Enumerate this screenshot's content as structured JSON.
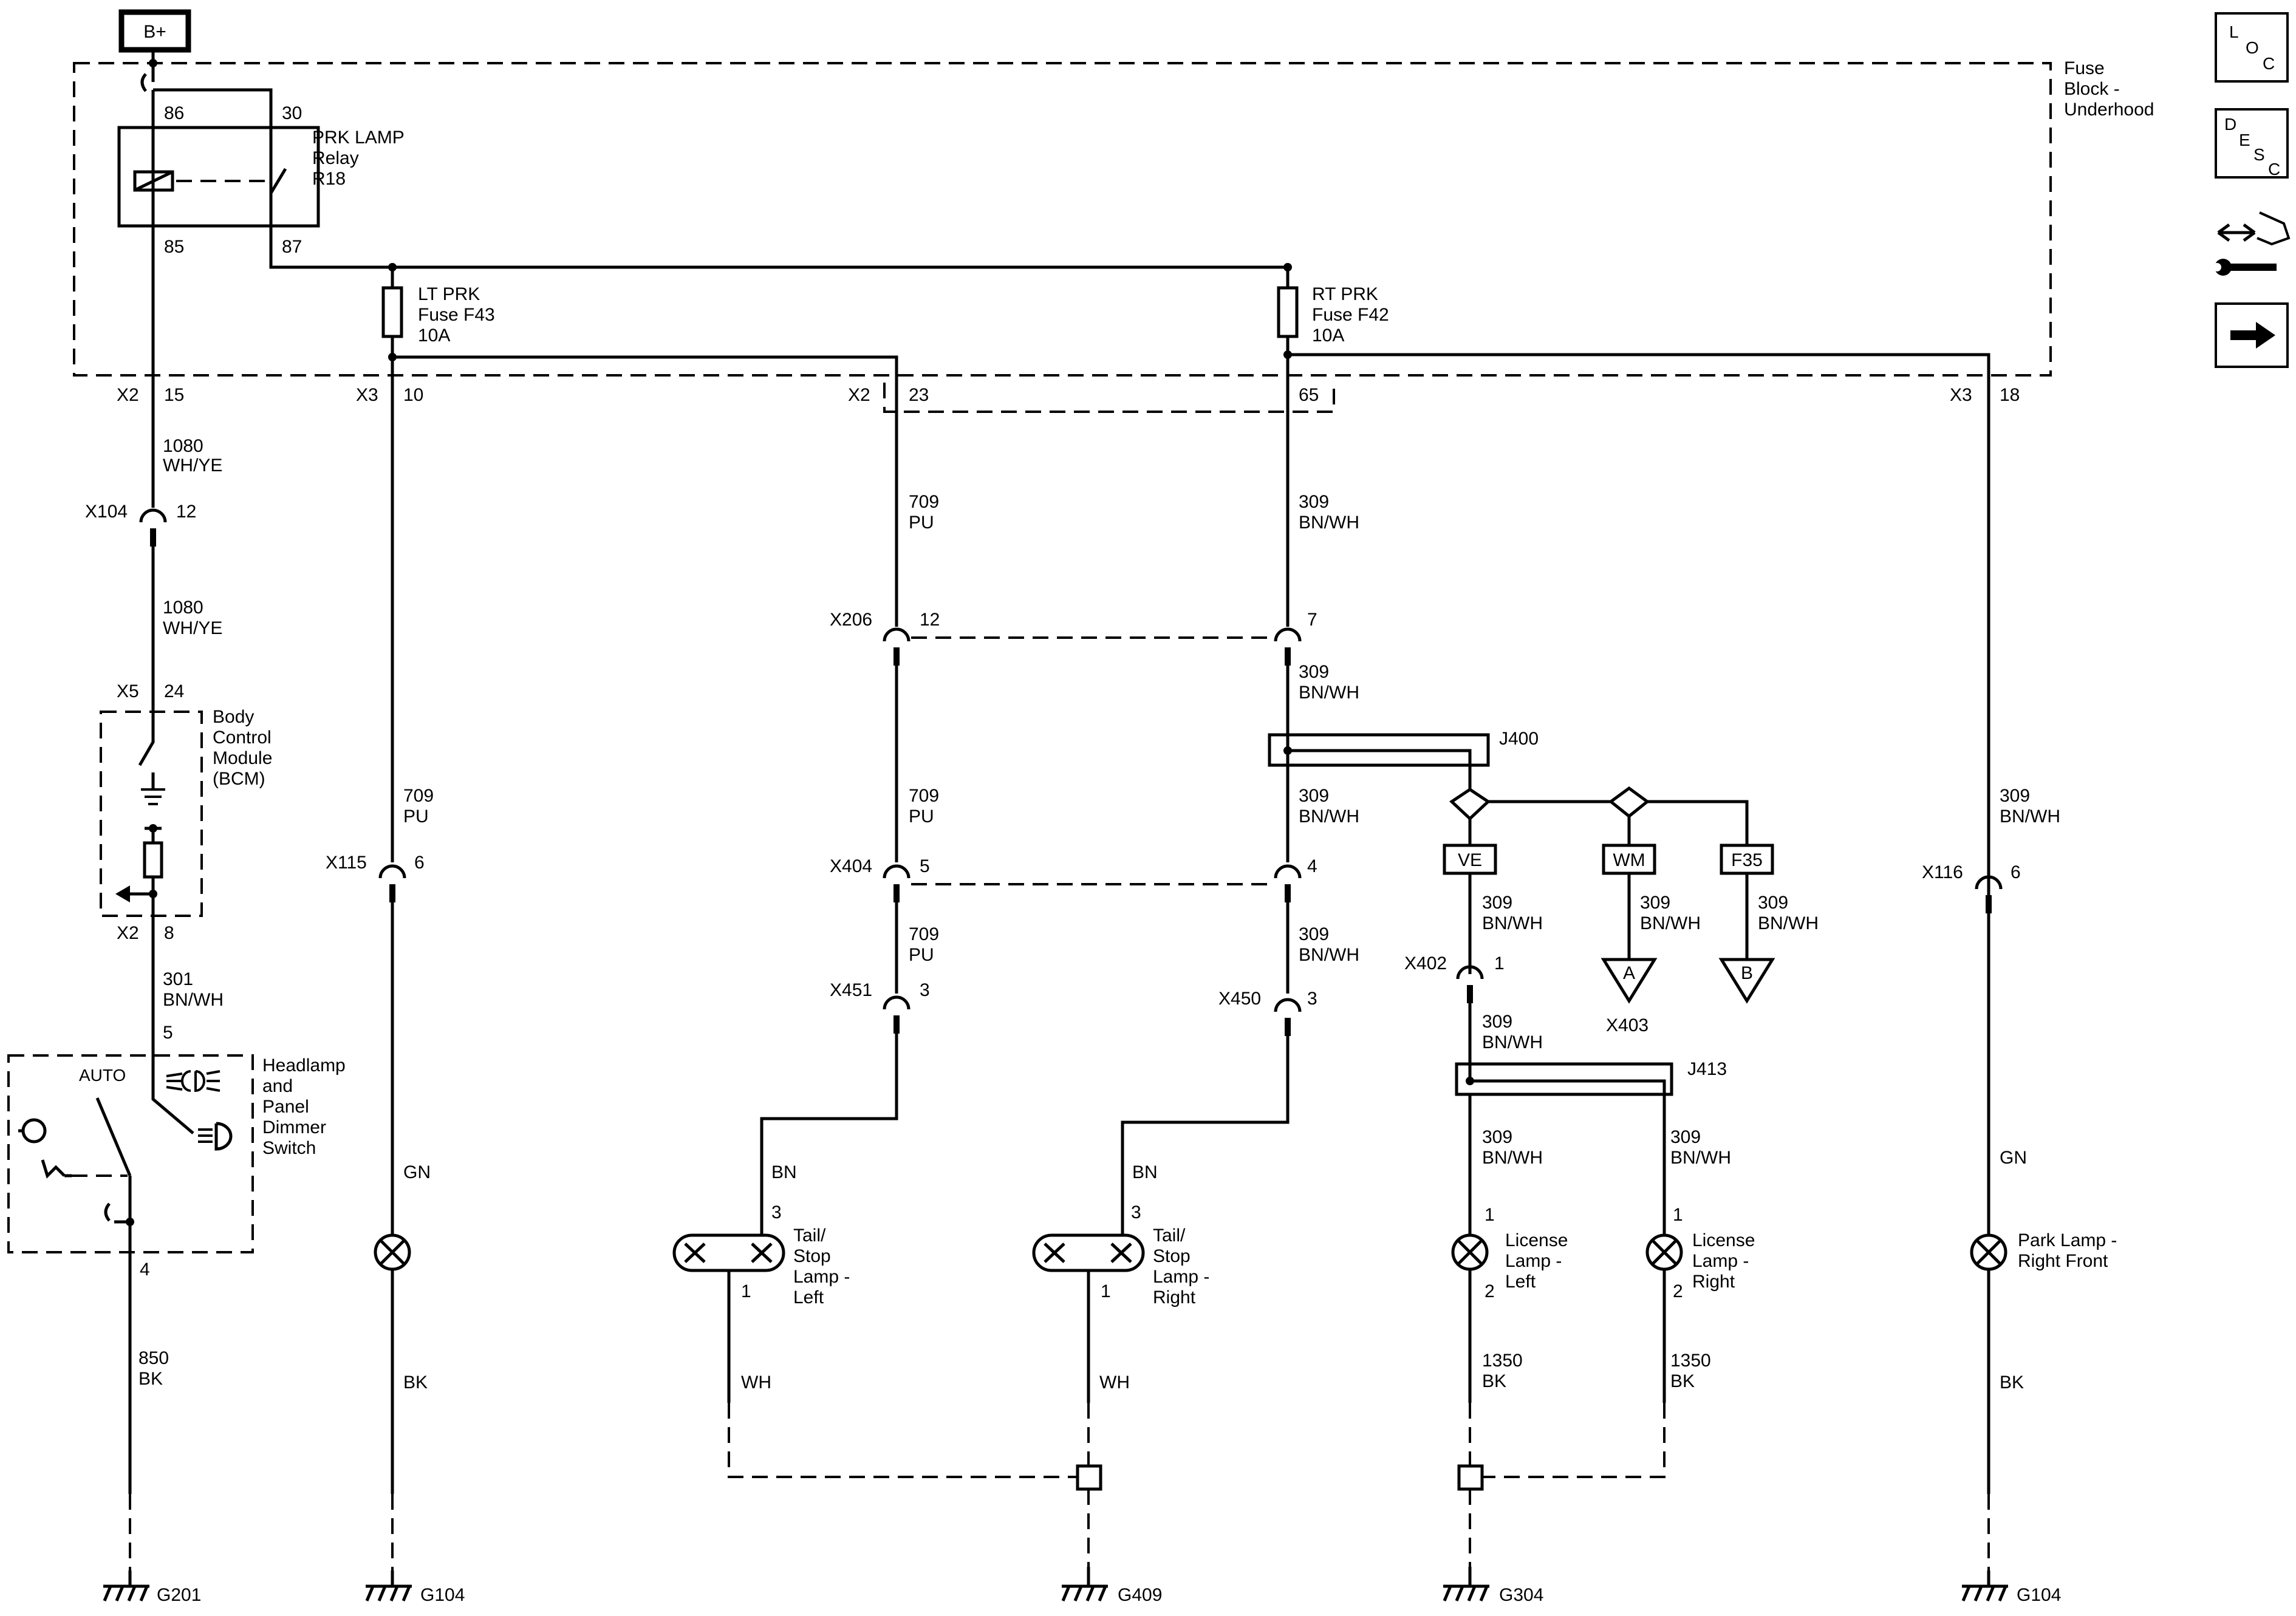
{
  "power": {
    "label": "B+"
  },
  "fuse_block": {
    "line1": "Fuse",
    "line2": "Block -",
    "line3": "Underhood"
  },
  "relay": {
    "pin86": "86",
    "pin30": "30",
    "pin85": "85",
    "pin87": "87",
    "line1": "PRK LAMP",
    "line2": "Relay",
    "line3": "R18"
  },
  "fuse_lt": {
    "line1": "LT PRK",
    "line2": "Fuse F43",
    "line3": "10A"
  },
  "fuse_rt": {
    "line1": "RT PRK",
    "line2": "Fuse F42",
    "line3": "10A"
  },
  "side_icons": {
    "loc": [
      "L",
      "O",
      "C"
    ],
    "desc": [
      "D",
      "E",
      "S",
      "C"
    ]
  },
  "connectors": {
    "x2_15": {
      "name": "X2",
      "pin": "15"
    },
    "x3_10": {
      "name": "X3",
      "pin": "10"
    },
    "x2_23": {
      "name": "X2",
      "pin": "23"
    },
    "x2_65": {
      "pin": "65"
    },
    "x3_18": {
      "name": "X3",
      "pin": "18"
    },
    "x104": {
      "name": "X104",
      "pin": "12"
    },
    "x5": {
      "name": "X5",
      "pin": "24"
    },
    "x2_8": {
      "name": "X2",
      "pin": "8"
    },
    "sw5": {
      "pin": "5"
    },
    "sw4": {
      "pin": "4"
    },
    "x115": {
      "name": "X115",
      "pin": "6"
    },
    "x206_l": {
      "name": "X206",
      "pin": "12"
    },
    "x206_r": {
      "pin": "7"
    },
    "x404_l": {
      "name": "X404",
      "pin": "5"
    },
    "x404_r": {
      "pin": "4"
    },
    "x451": {
      "name": "X451",
      "pin": "3"
    },
    "x450": {
      "name": "X450",
      "pin": "3"
    },
    "x402": {
      "name": "X402",
      "pin": "1"
    },
    "x116": {
      "name": "X116",
      "pin": "6"
    },
    "x403": {
      "name": "X403"
    }
  },
  "wires": {
    "w1080a": {
      "circuit": "1080",
      "color": "WH/YE"
    },
    "w1080b": {
      "circuit": "1080",
      "color": "WH/YE"
    },
    "w301": {
      "circuit": "301",
      "color": "BN/WH"
    },
    "w850": {
      "circuit": "850",
      "color": "BK"
    },
    "w709_lt": {
      "circuit": "709",
      "color": "PU"
    },
    "w_gn_lt": {
      "color": "GN"
    },
    "w_bk_lt": {
      "color": "BK"
    },
    "w709a": {
      "circuit": "709",
      "color": "PU"
    },
    "w709b": {
      "circuit": "709",
      "color": "PU"
    },
    "w709c": {
      "circuit": "709",
      "color": "PU"
    },
    "w_bn_l": {
      "color": "BN"
    },
    "w_wh_l": {
      "color": "WH"
    },
    "w309a": {
      "circuit": "309",
      "color": "BN/WH"
    },
    "w309b": {
      "circuit": "309",
      "color": "BN/WH"
    },
    "w309c": {
      "circuit": "309",
      "color": "BN/WH"
    },
    "w309d": {
      "circuit": "309",
      "color": "BN/WH"
    },
    "w_bn_r": {
      "color": "BN"
    },
    "w_wh_r": {
      "color": "WH"
    },
    "w309_ve": {
      "circuit": "309",
      "color": "BN/WH"
    },
    "w309_402": {
      "circuit": "309",
      "color": "BN/WH"
    },
    "w309_wm": {
      "circuit": "309",
      "color": "BN/WH"
    },
    "w309_f35": {
      "circuit": "309",
      "color": "BN/WH"
    },
    "w309_ll": {
      "circuit": "309",
      "color": "BN/WH"
    },
    "w309_lr": {
      "circuit": "309",
      "color": "BN/WH"
    },
    "w1350_l": {
      "circuit": "1350",
      "color": "BK"
    },
    "w1350_r": {
      "circuit": "1350",
      "color": "BK"
    },
    "w309_pk": {
      "circuit": "309",
      "color": "BN/WH"
    },
    "w_gn_pk": {
      "color": "GN"
    },
    "w_bk_pk": {
      "color": "BK"
    }
  },
  "splices": {
    "j400": "J400",
    "j413": "J413"
  },
  "options": {
    "ve": "VE",
    "wm": "WM",
    "f35": "F35"
  },
  "offpage": {
    "a": "A",
    "b": "B"
  },
  "bcm": {
    "line1": "Body",
    "line2": "Control",
    "line3": "Module",
    "line4": "(BCM)"
  },
  "switch": {
    "auto": "AUTO",
    "line1": "Headlamp",
    "line2": "and",
    "line3": "Panel",
    "line4": "Dimmer",
    "line5": "Switch"
  },
  "lamps": {
    "tail_l": {
      "pin_top": "3",
      "pin_bot": "1",
      "line1": "Tail/",
      "line2": "Stop",
      "line3": "Lamp -",
      "line4": "Left"
    },
    "tail_r": {
      "pin_top": "3",
      "pin_bot": "1",
      "line1": "Tail/",
      "line2": "Stop",
      "line3": "Lamp -",
      "line4": "Right"
    },
    "lic_l": {
      "pin_top": "1",
      "pin_bot": "2",
      "line1": "License",
      "line2": "Lamp -",
      "line3": "Left"
    },
    "lic_r": {
      "pin_top": "1",
      "pin_bot": "2",
      "line1": "License",
      "line2": "Lamp -",
      "line3": "Right"
    },
    "park_rf": {
      "line1": "Park Lamp -",
      "line2": "Right Front"
    }
  },
  "grounds": {
    "g201": "G201",
    "g104a": "G104",
    "g409": "G409",
    "g304": "G304",
    "g104b": "G104"
  }
}
